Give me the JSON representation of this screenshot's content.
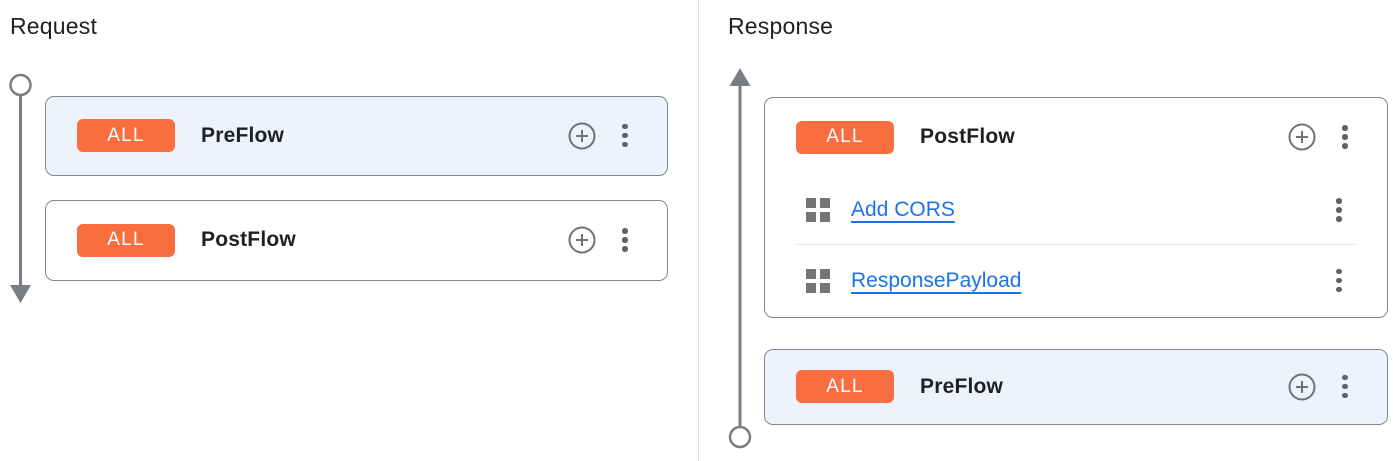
{
  "colors": {
    "condition_badge": "#f96e3f",
    "selected_card_background": "#edf2fc",
    "policy_link": "#1a73e8",
    "timeline_gray": "#7a7e82"
  },
  "icons": {
    "add_policy": "plus-circle",
    "more_menu": "vertical-kebab-dots",
    "policy": "grid-2x2-squares",
    "request_timeline": "circle-start-arrow-down-end",
    "response_timeline": "arrow-up-start-circle-end"
  },
  "request": {
    "title": "Request",
    "flows": [
      {
        "badge": "ALL",
        "label": "PreFlow"
      },
      {
        "badge": "ALL",
        "label": "PostFlow"
      }
    ]
  },
  "response": {
    "title": "Response",
    "flows": [
      {
        "badge": "ALL",
        "label": "PostFlow",
        "policies": [
          {
            "name": "Add CORS"
          },
          {
            "name": "ResponsePayload"
          }
        ]
      },
      {
        "badge": "ALL",
        "label": "PreFlow"
      }
    ]
  }
}
